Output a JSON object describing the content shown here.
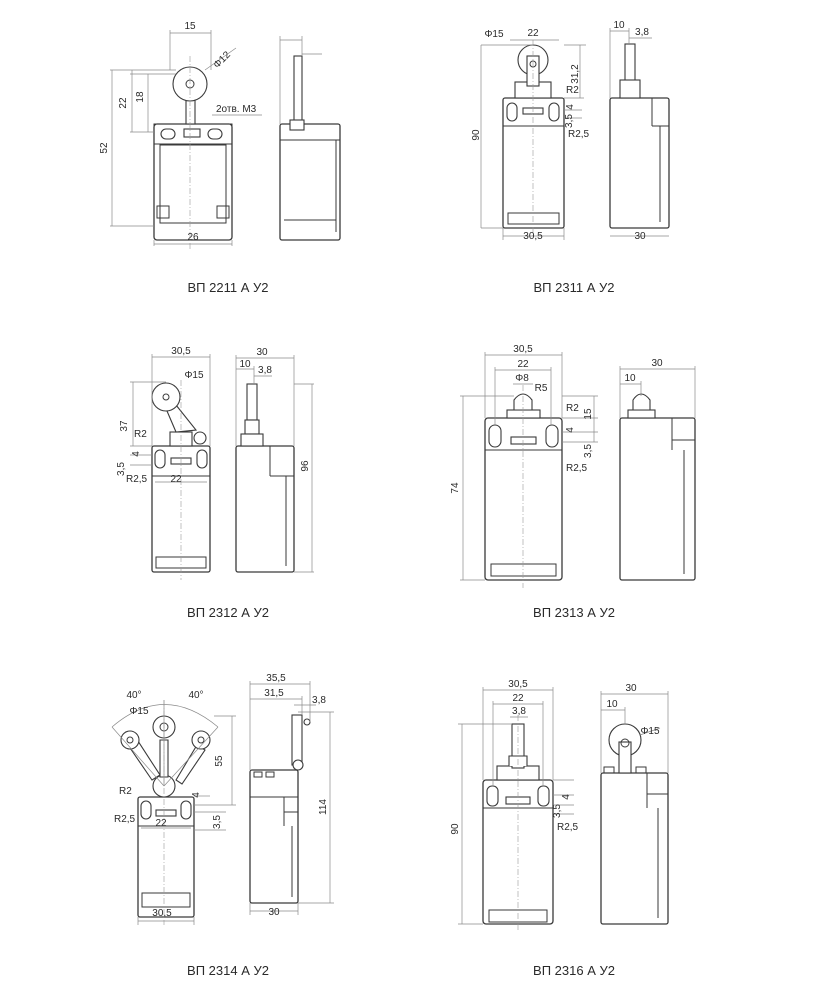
{
  "drawings": [
    {
      "caption": "ВП 2211 А У2",
      "dims": {
        "d1": "15",
        "d2": "Φ12",
        "d3": "22",
        "d4": "18",
        "d5": "52",
        "d6": "2отв. М3",
        "d7": "26"
      }
    },
    {
      "caption": "ВП 2311 А У2",
      "dims": {
        "d1": "Φ15",
        "d2": "22",
        "d3": "31,2",
        "d4": "R2",
        "d5": "4",
        "d6": "3,5",
        "d7": "R2,5",
        "d8": "90",
        "d9": "30,5",
        "d10": "10",
        "d11": "3,8",
        "d12": "30"
      }
    },
    {
      "caption": "ВП 2312 А У2",
      "dims": {
        "d1": "30,5",
        "d2": "Φ15",
        "d3": "37",
        "d4": "R2",
        "d5": "4",
        "d6": "3,5",
        "d7": "R2,5",
        "d8": "22",
        "d9": "30",
        "d10": "10",
        "d11": "3,8",
        "d12": "96"
      }
    },
    {
      "caption": "ВП 2313 А У2",
      "dims": {
        "d1": "30,5",
        "d2": "22",
        "d3": "Φ8",
        "d4": "R5",
        "d5": "R2",
        "d6": "15",
        "d7": "4",
        "d8": "3,5",
        "d9": "R2,5",
        "d10": "74",
        "d11": "30",
        "d12": "10"
      }
    },
    {
      "caption": "ВП 2314 А У2",
      "dims": {
        "d1": "40°",
        "d2": "40°",
        "d3": "Φ15",
        "d4": "55",
        "d5": "R2",
        "d6": "4",
        "d7": "R2,5",
        "d8": "22",
        "d9": "3,5",
        "d10": "30,5",
        "d11": "35,5",
        "d12": "31,5",
        "d13": "3,8",
        "d14": "114",
        "d15": "30"
      }
    },
    {
      "caption": "ВП 2316 А У2",
      "dims": {
        "d1": "30,5",
        "d2": "22",
        "d3": "3,8",
        "d4": "90",
        "d5": "4",
        "d6": "3,5",
        "d7": "R2,5",
        "d8": "30",
        "d9": "10",
        "d10": "Φ15"
      }
    }
  ]
}
